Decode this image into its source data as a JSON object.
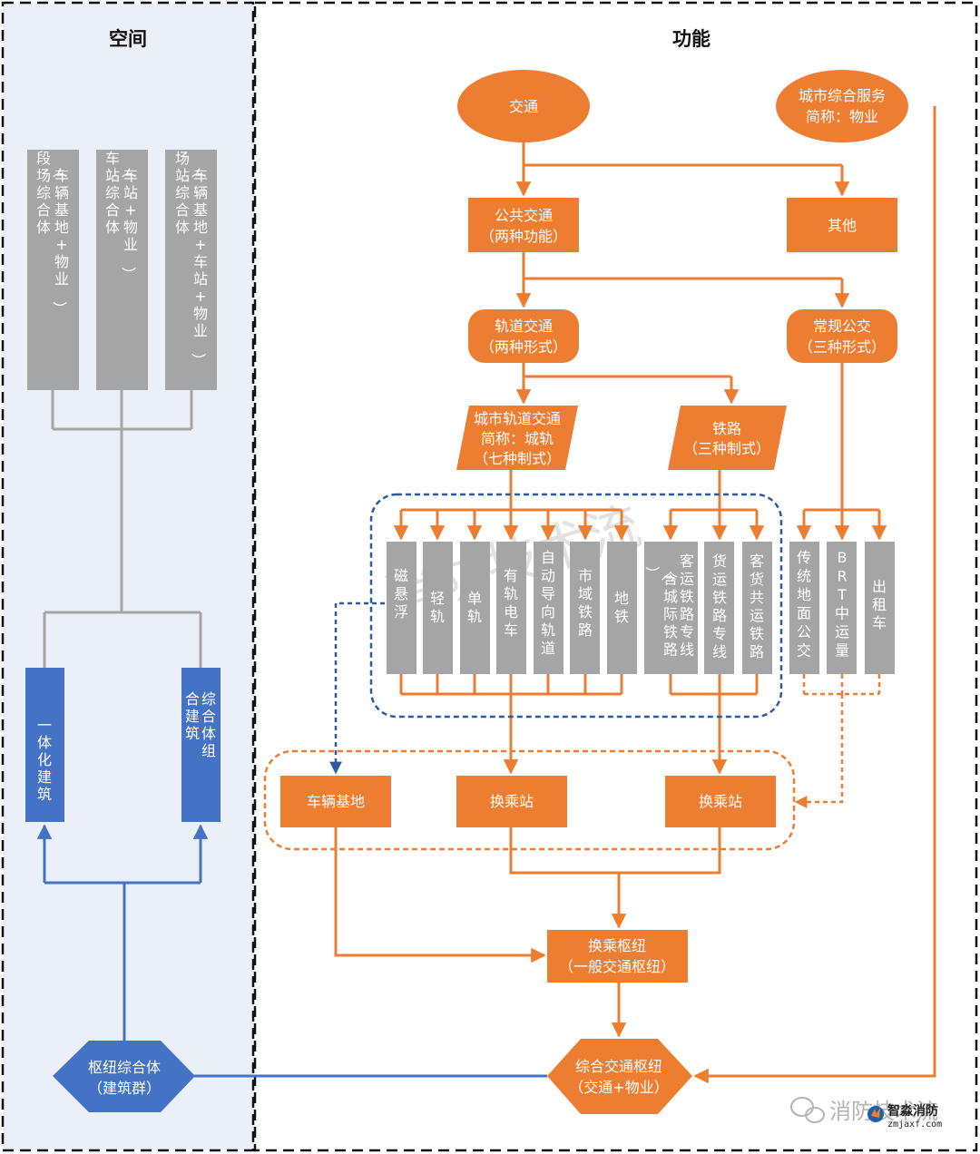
{
  "panels": {
    "space": "空间",
    "function": "功能"
  },
  "space": {
    "combos": [
      "段场综合体（车辆基地+物业）",
      "车站综合体（车站+物业）",
      "场站综合体（车辆基地+车站+物业）"
    ],
    "buildings": [
      "一体化建筑",
      "综合体组合建筑"
    ],
    "hub_complex": [
      "枢纽综合体",
      "（建筑群）"
    ]
  },
  "function": {
    "transport": "交通",
    "city_service": [
      "城市综合服务",
      "简称：物业"
    ],
    "public_transport": [
      "公共交通",
      "（两种功能）"
    ],
    "other": "其他",
    "rail_transit": [
      "轨道交通",
      "（两种形式）"
    ],
    "conventional_bus": [
      "常规公交",
      "（三种形式）"
    ],
    "urban_rail": [
      "城市轨道交通",
      "简称：城轨",
      "（七种制式）"
    ],
    "railway": [
      "铁路",
      "（三种制式）"
    ],
    "urban_rail_modes": [
      "磁悬浮",
      "轻轨",
      "单轨",
      "有轨电车",
      "自动导向轨道",
      "市域铁路",
      "地铁"
    ],
    "railway_modes": [
      "客运铁路专线（含城际铁路）",
      "货运铁路专线",
      "客货共运铁路"
    ],
    "bus_modes": [
      "传统地面公交",
      "BRT中运量",
      "出租车"
    ],
    "depot": "车辆基地",
    "transfer_station": "换乘站",
    "transfer_hub": [
      "换乘枢纽",
      "（一般交通枢纽）"
    ],
    "integrated_hub": [
      "综合交通枢纽",
      "（交通+物业）"
    ]
  },
  "watermark": {
    "main": "消防技术流",
    "corner": "消防技术流",
    "logo_name": "智淼消防",
    "logo_url": "zmjaxf.com"
  },
  "colors": {
    "orange": "#ED7D31",
    "gray": "#A5A5A5",
    "blue": "#4472C4",
    "dashed_blue": "#2E5C9A",
    "panel_bg": "#EBF0F8"
  }
}
